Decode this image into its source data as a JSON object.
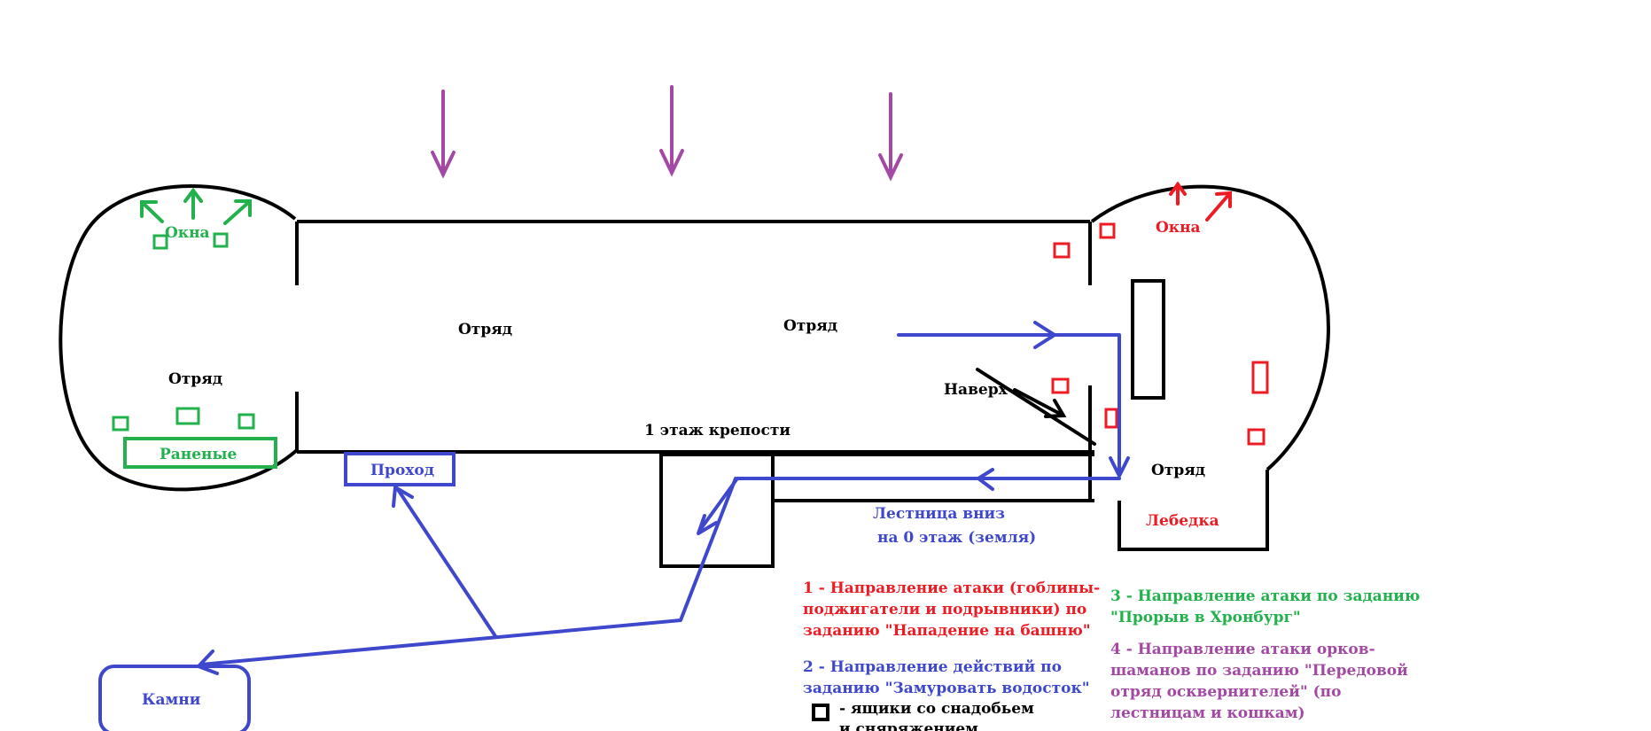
{
  "colors": {
    "black": "#000000",
    "green": "#22b14c",
    "red": "#ed1c24",
    "blue": "#3f48cc",
    "purple": "#a349a4"
  },
  "left_tower": {
    "windows_label": "Окна",
    "squad_label": "Отряд",
    "wounded_label": "Раненые"
  },
  "right_tower": {
    "windows_label": "Окна",
    "squad_label": "Отряд",
    "winch_label": "Лебедка"
  },
  "hall": {
    "squad_left_label": "Отряд",
    "squad_right_label": "Отряд",
    "up_label": "Наверх",
    "floor_label": "1 этаж крепости"
  },
  "passage_label": "Проход",
  "stones_label": "Камни",
  "stairs_down": {
    "line1": "Лестница вниз",
    "line2": "на 0 этаж (земля)"
  },
  "legend": {
    "item1": [
      "1 - Направление атаки (гоблины-",
      "поджигатели и подрывники) по",
      "заданию \"Нападение на башню\""
    ],
    "item2": [
      "2 - Направление действий по",
      "заданию \"Замуровать водосток\""
    ],
    "crates": [
      "- ящики со снадобьем",
      "и сняряжением"
    ],
    "item3": [
      "3 - Направление атаки по заданию",
      "\"Прорыв в Хронбург\""
    ],
    "item4": [
      "4 - Направление атаки орков-",
      "шаманов по заданию \"Передовой",
      "отряд осквернителей\" (по",
      "лестницам и кошкам)"
    ]
  }
}
